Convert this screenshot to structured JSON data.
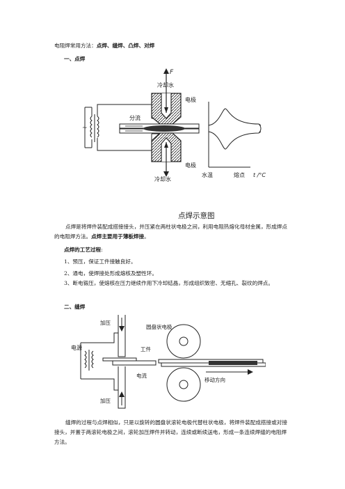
{
  "header": {
    "intro_plain": "电阻焊常用方法：",
    "intro_bold": "点焊、缝焊、凸焊、对焊"
  },
  "section1": {
    "heading": "一、点焊",
    "figure": {
      "force": "F",
      "cooling_top": "冷却水",
      "electrode_top": "电极",
      "shunt": "分流",
      "electrode_bottom": "电极",
      "cooling_bottom": "冷却水",
      "water_temp": "水温",
      "melting_point": "熔点",
      "temp_axis": "t /°C",
      "ac_symbol": "~",
      "caption": "点焊示意图"
    },
    "desc_plain": "点焊是将焊件装配成搭接接头，并压紧在两柱状电极之间，利用电阻热熔化母材金属，形成焊点的电阻焊方法。",
    "desc_bold": "点焊主要用于薄板焊接",
    "desc_end": "。",
    "process_title": "点焊的工艺过程",
    "process_colon": ":",
    "steps": [
      "1、预压，保证工件接触良好。",
      "2、通电，使焊接处形成熔核及塑性环。",
      "3、断电锻压，使熔核在压力继续作用下冷却结晶，形成组织致密、无缩孔、裂纹的焊点。"
    ]
  },
  "section2": {
    "heading": "二、缝焊",
    "figure": {
      "press_top": "加压",
      "disc_electrode": "圆盘状电极",
      "power": "电源",
      "workpiece": "工件",
      "move_dir": "移动方向",
      "current": "电流",
      "press_bottom": "加压"
    },
    "desc": "缝焊的过程与点焊相似，只是以旋转的圆盘状滚轮电极代替柱状电极，将焊件装配成搭接或对接接头，并置于两滚轮电极之间，滚轮加压焊件并转动，连续或断续送电，形成一条连续焊缝的电阻焊方法。"
  }
}
